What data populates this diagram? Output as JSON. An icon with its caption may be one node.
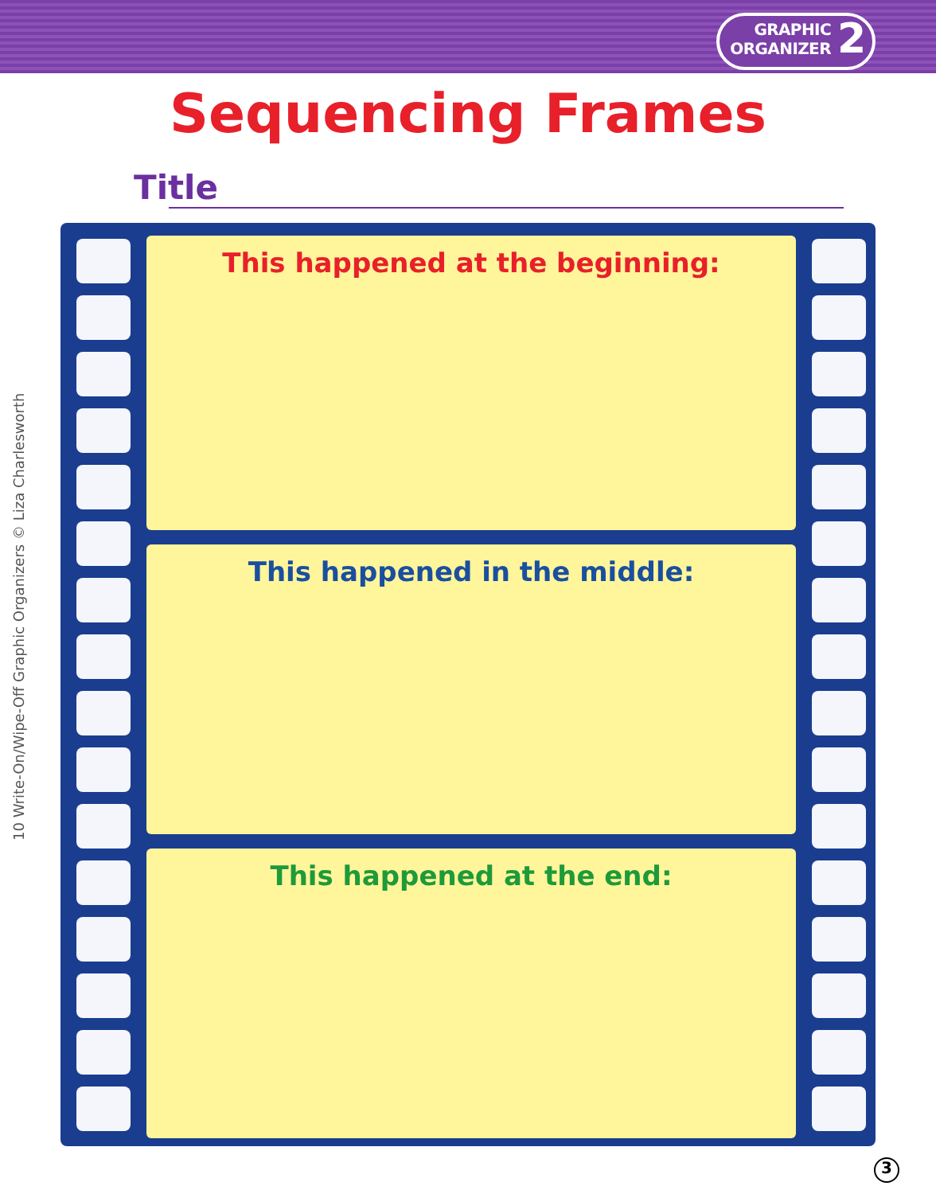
{
  "diagram": {
    "title": "Sequencing Frames",
    "nodes": [
      {
        "text": [
          "This happened at the beginning:"
        ]
      },
      {
        "text": [
          "This happened in the middle:"
        ]
      },
      {
        "text": [
          "This happened at the end:"
        ]
      }
    ],
    "labels": [
      "GRAPHIC ORGANIZER",
      "2",
      "Title",
      "10 Write-On/Wipe-Off Graphic Organizers © Liza Charlesworth",
      "3"
    ]
  }
}
